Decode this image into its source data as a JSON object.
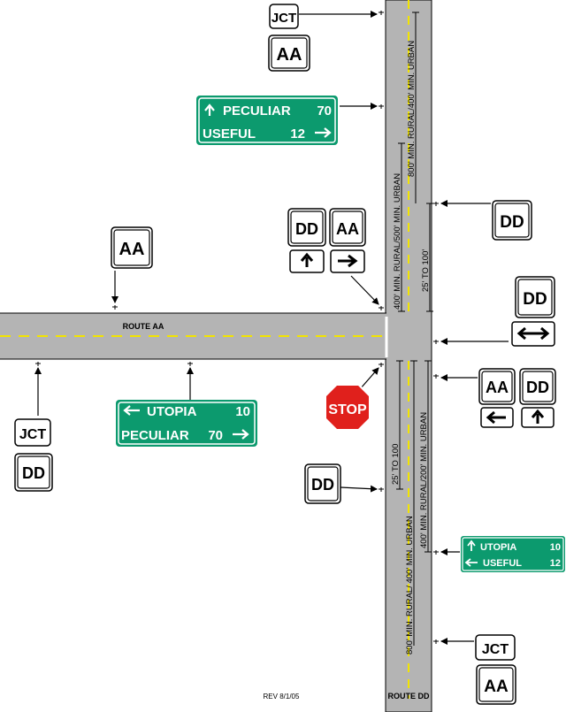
{
  "roads": {
    "horizontal_name": "ROUTE AA",
    "vertical_name": "ROUTE DD",
    "pavement_color": "#b4b4b4",
    "centerline_color": "#f2e400"
  },
  "signs": {
    "jct": "JCT",
    "aa": "AA",
    "dd": "DD",
    "stop": "STOP",
    "stop_color": "#e0201c",
    "guide_color": "#0c9a6e",
    "guide_north_top": {
      "line1_name": "PECULIAR",
      "line1_dist": "70",
      "line2_name": "USEFUL",
      "line2_dist": "12"
    },
    "guide_west": {
      "line1_name": "UTOPIA",
      "line1_dist": "10",
      "line2_name": "PECULIAR",
      "line2_dist": "70"
    },
    "guide_south": {
      "line1_name": "UTOPIA",
      "line1_dist": "10",
      "line2_name": "USEFUL",
      "line2_dist": "12"
    }
  },
  "dimensions": {
    "north_left": "400' MIN. RURAL/500' MIN. URBAN",
    "north_right": "800' MIN. RURAL/400' MIN. URBAN",
    "north_short": "25' TO 100'",
    "south_short": "25' TO 100",
    "south_left": "800' MIN. RURAL/ 400' MIN. URBAN",
    "south_right": "400' MIN. RURAL/200' MIN. URBAN"
  },
  "revision": "REV 8/1/05"
}
